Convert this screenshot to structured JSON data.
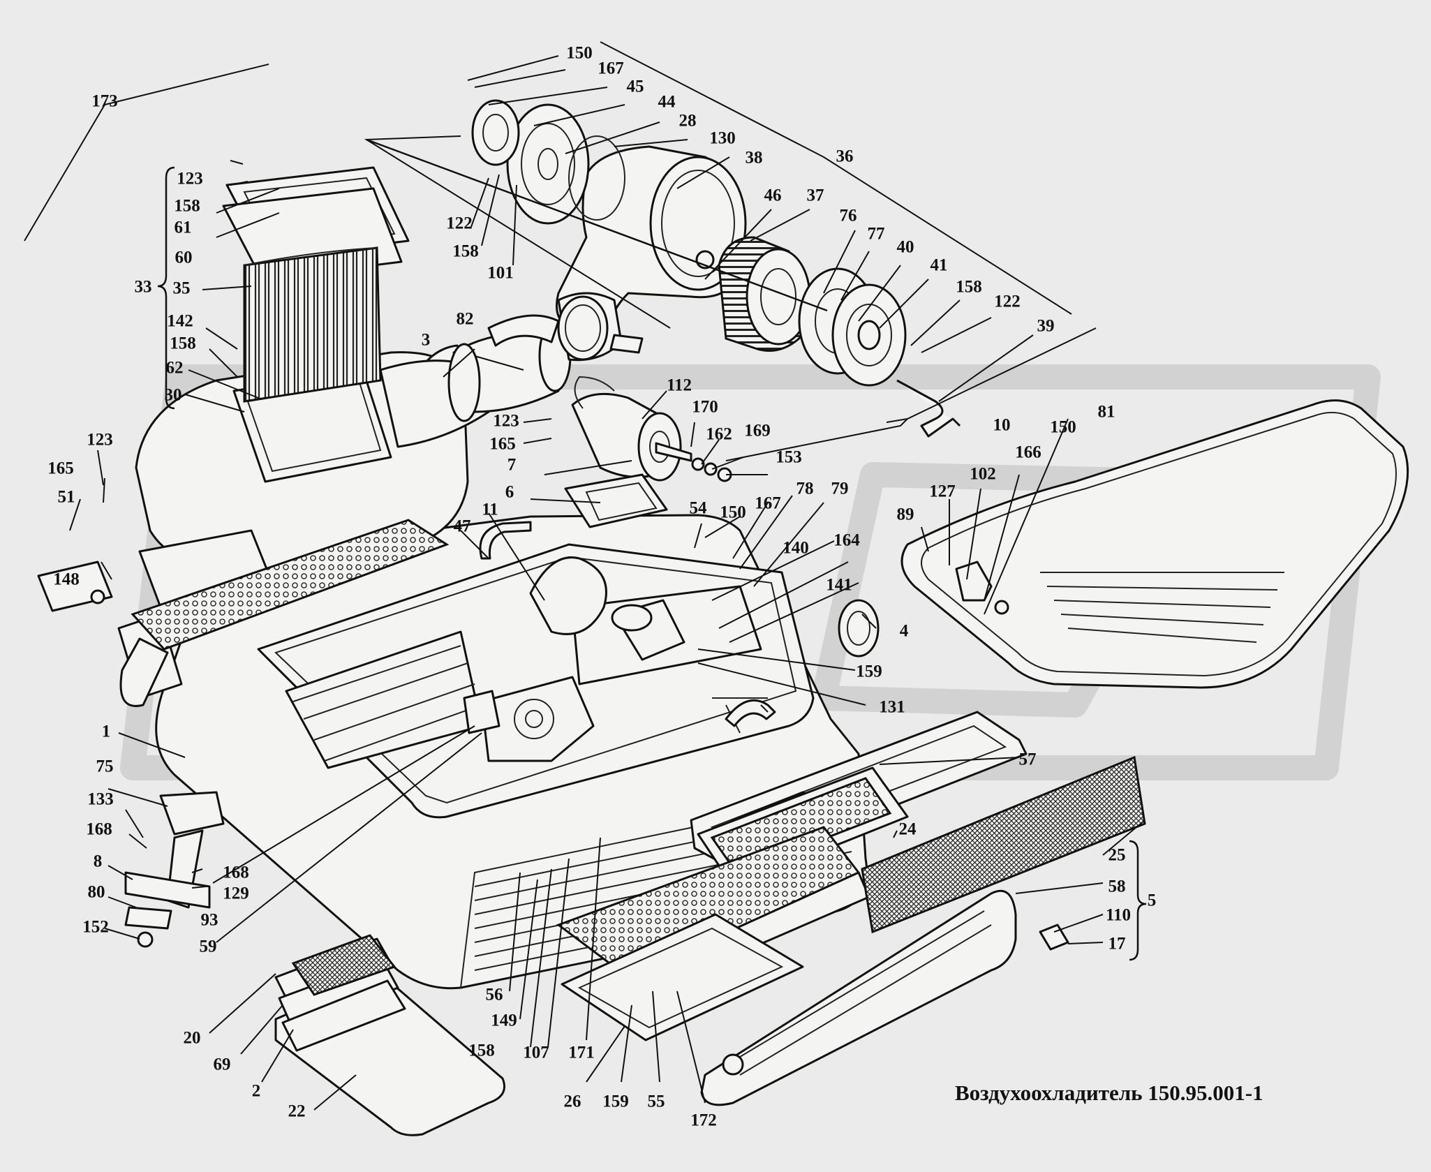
{
  "caption": "Воздухоохладитель 150.95.001-1",
  "callouts": [
    {
      "id": "173",
      "text": "173"
    },
    {
      "id": "150a",
      "text": "150"
    },
    {
      "id": "167a",
      "text": "167"
    },
    {
      "id": "45",
      "text": "45"
    },
    {
      "id": "44",
      "text": "44"
    },
    {
      "id": "28",
      "text": "28"
    },
    {
      "id": "130",
      "text": "130"
    },
    {
      "id": "38",
      "text": "38"
    },
    {
      "id": "36",
      "text": "36"
    },
    {
      "id": "123a",
      "text": "123"
    },
    {
      "id": "158a",
      "text": "158"
    },
    {
      "id": "61",
      "text": "61"
    },
    {
      "id": "60",
      "text": "60"
    },
    {
      "id": "33",
      "text": "33"
    },
    {
      "id": "35",
      "text": "35"
    },
    {
      "id": "142",
      "text": "142"
    },
    {
      "id": "158b",
      "text": "158"
    },
    {
      "id": "62",
      "text": "62"
    },
    {
      "id": "30",
      "text": "30"
    },
    {
      "id": "122a",
      "text": "122"
    },
    {
      "id": "158c",
      "text": "158"
    },
    {
      "id": "101",
      "text": "101"
    },
    {
      "id": "46",
      "text": "46"
    },
    {
      "id": "37",
      "text": "37"
    },
    {
      "id": "76",
      "text": "76"
    },
    {
      "id": "77",
      "text": "77"
    },
    {
      "id": "40",
      "text": "40"
    },
    {
      "id": "41",
      "text": "41"
    },
    {
      "id": "158d",
      "text": "158"
    },
    {
      "id": "122b",
      "text": "122"
    },
    {
      "id": "39",
      "text": "39"
    },
    {
      "id": "82",
      "text": "82"
    },
    {
      "id": "3",
      "text": "3"
    },
    {
      "id": "112",
      "text": "112"
    },
    {
      "id": "170",
      "text": "170"
    },
    {
      "id": "123b",
      "text": "123"
    },
    {
      "id": "165a",
      "text": "165"
    },
    {
      "id": "162",
      "text": "162"
    },
    {
      "id": "169",
      "text": "169"
    },
    {
      "id": "153",
      "text": "153"
    },
    {
      "id": "7",
      "text": "7"
    },
    {
      "id": "6",
      "text": "6"
    },
    {
      "id": "10",
      "text": "10"
    },
    {
      "id": "150b",
      "text": "150"
    },
    {
      "id": "81",
      "text": "81"
    },
    {
      "id": "166",
      "text": "166"
    },
    {
      "id": "102",
      "text": "102"
    },
    {
      "id": "127",
      "text": "127"
    },
    {
      "id": "89",
      "text": "89"
    },
    {
      "id": "123c",
      "text": "123"
    },
    {
      "id": "165b",
      "text": "165"
    },
    {
      "id": "51",
      "text": "51"
    },
    {
      "id": "148",
      "text": "148"
    },
    {
      "id": "11",
      "text": "11"
    },
    {
      "id": "47",
      "text": "47"
    },
    {
      "id": "54",
      "text": "54"
    },
    {
      "id": "150c",
      "text": "150"
    },
    {
      "id": "167b",
      "text": "167"
    },
    {
      "id": "78",
      "text": "78"
    },
    {
      "id": "79",
      "text": "79"
    },
    {
      "id": "164",
      "text": "164"
    },
    {
      "id": "140",
      "text": "140"
    },
    {
      "id": "141",
      "text": "141"
    },
    {
      "id": "4",
      "text": "4"
    },
    {
      "id": "159a",
      "text": "159"
    },
    {
      "id": "131",
      "text": "131"
    },
    {
      "id": "1",
      "text": "1"
    },
    {
      "id": "75",
      "text": "75"
    },
    {
      "id": "133",
      "text": "133"
    },
    {
      "id": "168a",
      "text": "168"
    },
    {
      "id": "8",
      "text": "8"
    },
    {
      "id": "168b",
      "text": "168"
    },
    {
      "id": "129",
      "text": "129"
    },
    {
      "id": "80",
      "text": "80"
    },
    {
      "id": "93",
      "text": "93"
    },
    {
      "id": "152",
      "text": "152"
    },
    {
      "id": "59",
      "text": "59"
    },
    {
      "id": "57",
      "text": "57"
    },
    {
      "id": "24",
      "text": "24"
    },
    {
      "id": "25",
      "text": "25"
    },
    {
      "id": "58",
      "text": "58"
    },
    {
      "id": "5",
      "text": "5"
    },
    {
      "id": "110",
      "text": "110"
    },
    {
      "id": "17",
      "text": "17"
    },
    {
      "id": "56",
      "text": "56"
    },
    {
      "id": "149",
      "text": "149"
    },
    {
      "id": "158e",
      "text": "158"
    },
    {
      "id": "107",
      "text": "107"
    },
    {
      "id": "171",
      "text": "171"
    },
    {
      "id": "20",
      "text": "20"
    },
    {
      "id": "69",
      "text": "69"
    },
    {
      "id": "2",
      "text": "2"
    },
    {
      "id": "22",
      "text": "22"
    },
    {
      "id": "26",
      "text": "26"
    },
    {
      "id": "159b",
      "text": "159"
    },
    {
      "id": "55",
      "text": "55"
    },
    {
      "id": "172",
      "text": "172"
    }
  ]
}
